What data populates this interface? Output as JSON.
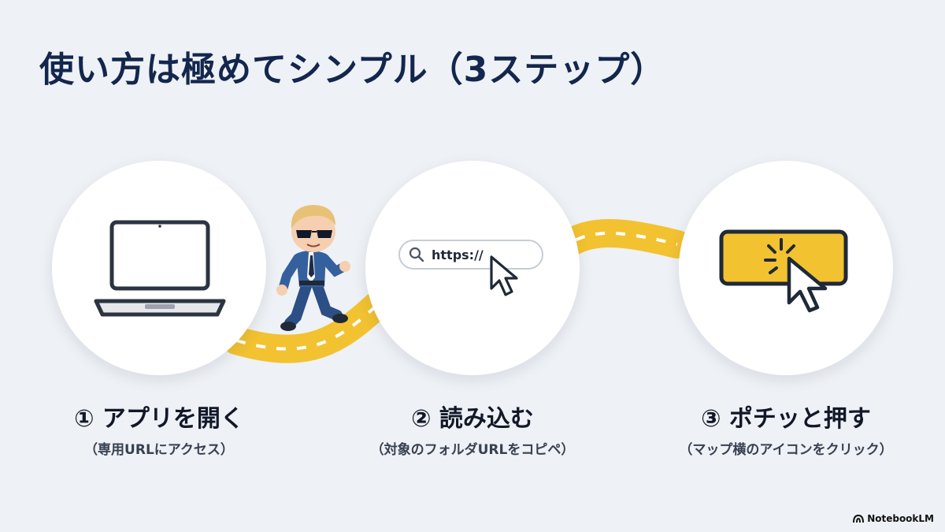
{
  "title": "使い方は極めてシンプル（3ステップ）",
  "steps": [
    {
      "label": "① アプリを開く",
      "sub": "（専用URLにアクセス）"
    },
    {
      "label": "② 読み込む",
      "sub": "（対象のフォルダURLをコピペ）"
    },
    {
      "label": "③ ポチッと押す",
      "sub": "（マップ横のアイコンをクリック）"
    }
  ],
  "search": {
    "url_text": "https://"
  },
  "footer": {
    "brand": "NotebookLM"
  },
  "colors": {
    "title": "#13264d",
    "road": "#f2c230",
    "button": "#f2c230",
    "icon": "#1f2937"
  },
  "icons": [
    "laptop-icon",
    "search-icon",
    "cursor-icon",
    "click-burst-icon",
    "notebooklm-logo-icon"
  ]
}
